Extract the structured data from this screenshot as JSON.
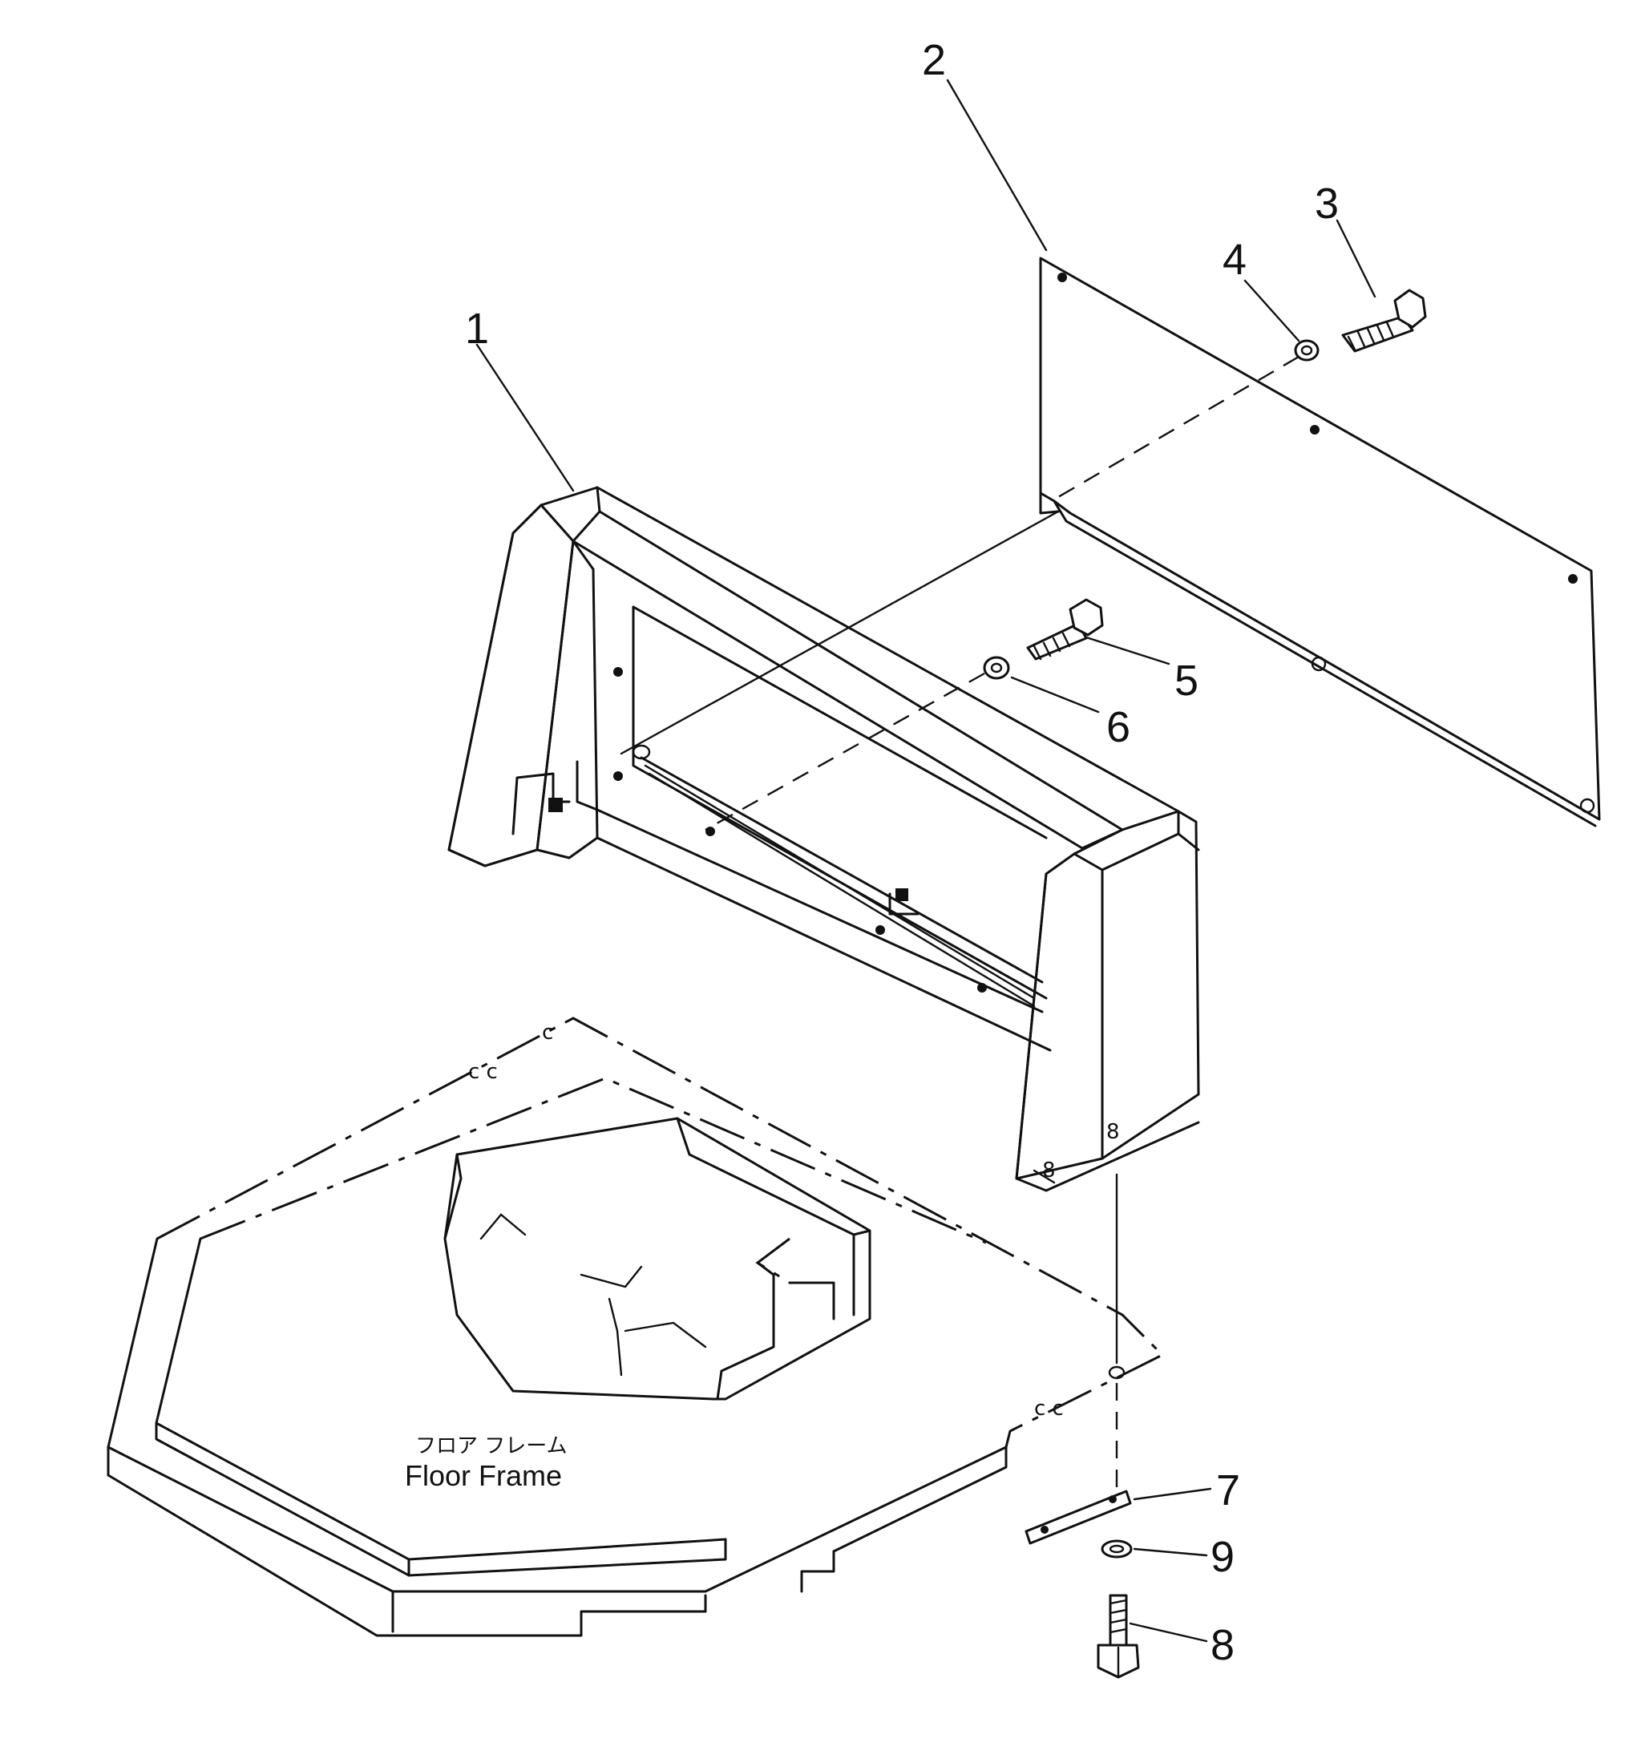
{
  "callouts": [
    "1",
    "2",
    "3",
    "4",
    "5",
    "6",
    "7",
    "8",
    "9"
  ],
  "floor_frame": {
    "label_jp": "フロア フレーム",
    "label_en": "Floor Frame"
  }
}
